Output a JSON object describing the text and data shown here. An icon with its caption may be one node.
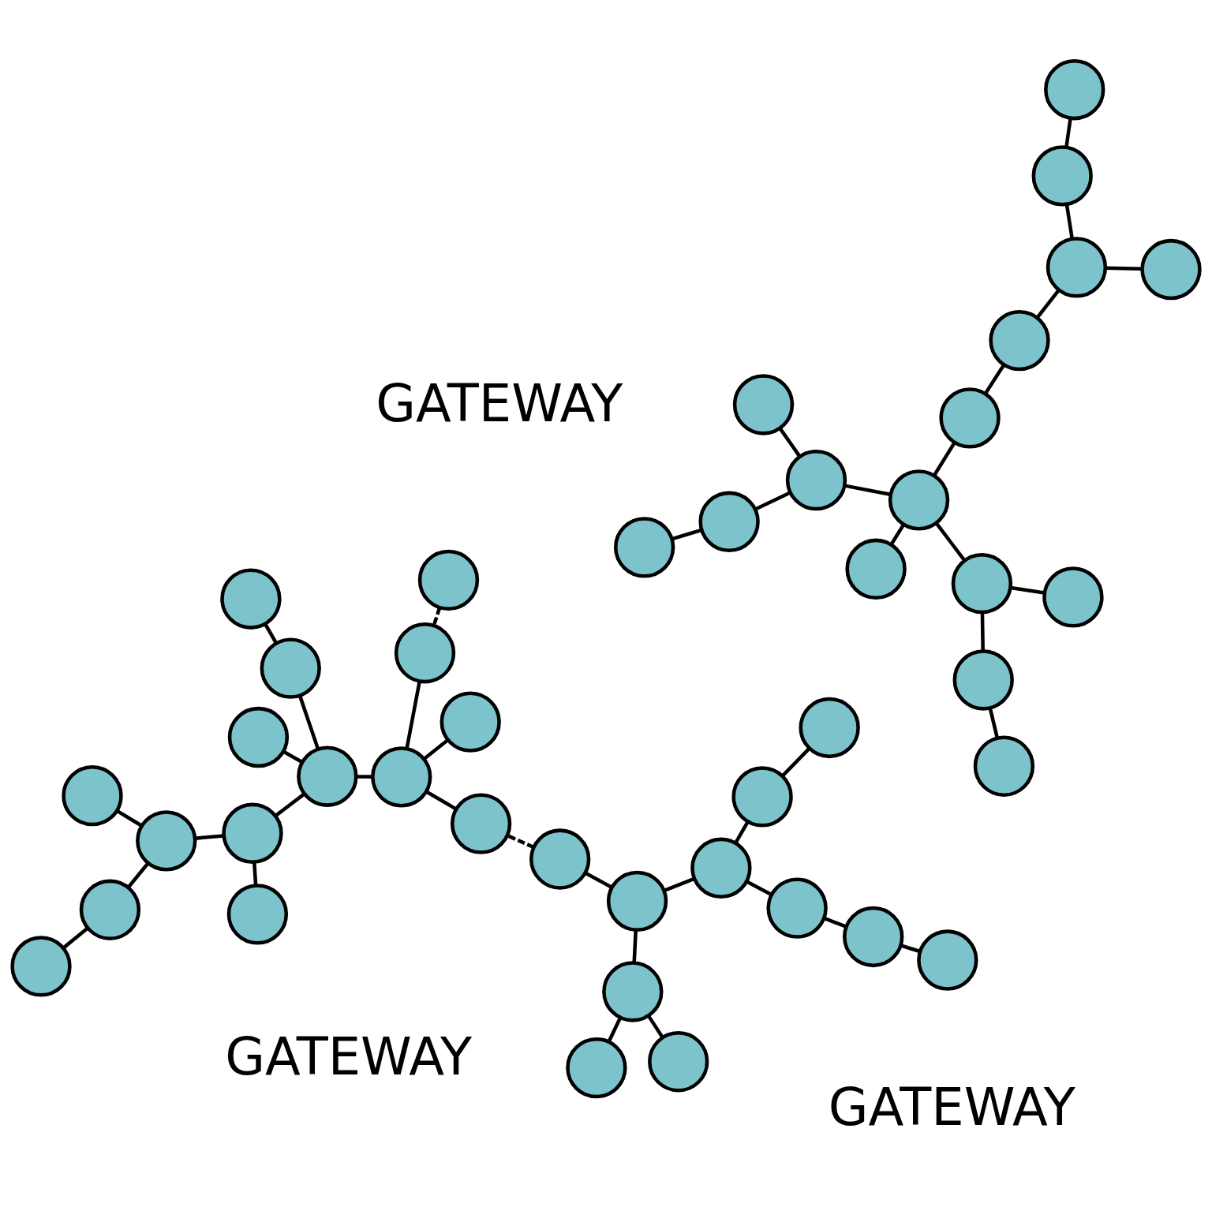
{
  "diagram": {
    "nodes": [
      {
        "text": [],
        "shape": "circle"
      },
      {
        "text": [],
        "shape": "circle"
      },
      {
        "text": [],
        "shape": "circle"
      },
      {
        "text": [],
        "shape": "circle"
      },
      {
        "text": [],
        "shape": "circle"
      },
      {
        "text": [],
        "shape": "circle"
      },
      {
        "text": [],
        "shape": "circle"
      },
      {
        "text": [],
        "shape": "circle"
      },
      {
        "text": [],
        "shape": "circle"
      },
      {
        "text": [],
        "shape": "circle"
      },
      {
        "text": [],
        "shape": "circle"
      },
      {
        "text": [],
        "shape": "circle"
      },
      {
        "text": [],
        "shape": "circle"
      },
      {
        "text": [],
        "shape": "circle"
      },
      {
        "text": [],
        "shape": "circle"
      },
      {
        "text": [],
        "shape": "circle"
      },
      {
        "text": [],
        "shape": "circle"
      },
      {
        "text": [],
        "shape": "circle"
      },
      {
        "text": [],
        "shape": "circle"
      },
      {
        "text": [],
        "shape": "circle"
      },
      {
        "text": [],
        "shape": "circle"
      },
      {
        "text": [],
        "shape": "circle"
      },
      {
        "text": [],
        "shape": "circle"
      },
      {
        "text": [],
        "shape": "circle"
      },
      {
        "text": [],
        "shape": "circle"
      },
      {
        "text": [],
        "shape": "circle"
      },
      {
        "text": [],
        "shape": "circle"
      },
      {
        "text": [],
        "shape": "circle"
      },
      {
        "text": [],
        "shape": "circle"
      },
      {
        "text": [],
        "shape": "circle"
      },
      {
        "text": [],
        "shape": "circle"
      },
      {
        "text": [],
        "shape": "circle"
      },
      {
        "text": [],
        "shape": "circle"
      },
      {
        "text": [],
        "shape": "circle"
      },
      {
        "text": [],
        "shape": "circle"
      },
      {
        "text": [],
        "shape": "circle"
      },
      {
        "text": [],
        "shape": "circle"
      },
      {
        "text": [],
        "shape": "circle"
      },
      {
        "text": [],
        "shape": "circle"
      },
      {
        "text": [],
        "shape": "circle"
      },
      {
        "text": [],
        "shape": "circle"
      },
      {
        "text": [],
        "shape": "circle"
      }
    ],
    "edges": [
      {
        "from": 0,
        "to": 4,
        "arrow": "none"
      },
      {
        "from": 0,
        "to": 7,
        "arrow": "none"
      },
      {
        "from": 1,
        "to": 7,
        "arrow": "none"
      },
      {
        "from": 7,
        "to": 16,
        "arrow": "none"
      },
      {
        "from": 16,
        "to": 15,
        "arrow": "none"
      },
      {
        "from": 15,
        "to": 10,
        "arrow": "none"
      },
      {
        "from": 8,
        "to": 10,
        "arrow": "none"
      },
      {
        "from": 10,
        "to": 6,
        "arrow": "none"
      },
      {
        "from": 10,
        "to": 9,
        "arrow": "none"
      },
      {
        "from": 2,
        "to": 5,
        "arrow": "none"
      },
      {
        "from": 5,
        "to": 6,
        "arrow": "none"
      },
      {
        "from": 6,
        "to": 3,
        "arrow": "none"
      },
      {
        "from": 9,
        "to": 14,
        "arrow": "none"
      },
      {
        "from": 9,
        "to": 12,
        "arrow": "none"
      },
      {
        "from": 12,
        "to": 17,
        "arrow": "none"
      },
      {
        "from": 11,
        "to": 18,
        "arrow": "none"
      },
      {
        "from": 13,
        "to": 18,
        "arrow": "none"
      },
      {
        "from": 18,
        "to": 22,
        "arrow": "none"
      },
      {
        "from": 22,
        "to": 30,
        "arrow": "none"
      },
      {
        "from": 22,
        "to": 29,
        "arrow": "none"
      },
      {
        "from": 29,
        "to": 23,
        "arrow": "none",
        "style": "dashed"
      },
      {
        "from": 20,
        "to": 24,
        "arrow": "none"
      },
      {
        "from": 24,
        "to": 26,
        "arrow": "none"
      },
      {
        "from": 26,
        "to": 30,
        "arrow": "none"
      },
      {
        "from": 30,
        "to": 38,
        "arrow": "none"
      },
      {
        "from": 38,
        "to": 39,
        "arrow": "none"
      },
      {
        "from": 23,
        "to": 27,
        "arrow": "none"
      },
      {
        "from": 21,
        "to": 25,
        "arrow": "none"
      },
      {
        "from": 19,
        "to": 28,
        "arrow": "none"
      },
      {
        "from": 25,
        "to": 28,
        "arrow": "none"
      },
      {
        "from": 25,
        "to": 27,
        "arrow": "none"
      },
      {
        "from": 25,
        "to": 32,
        "arrow": "none"
      },
      {
        "from": 27,
        "to": 33,
        "arrow": "none"
      },
      {
        "from": 27,
        "to": 36,
        "arrow": "none"
      },
      {
        "from": 34,
        "to": 36,
        "arrow": "none",
        "style": "dashed"
      },
      {
        "from": 32,
        "to": 31,
        "arrow": "none"
      },
      {
        "from": 32,
        "to": 35,
        "arrow": "none"
      },
      {
        "from": 35,
        "to": 37,
        "arrow": "none"
      },
      {
        "from": 37,
        "to": 41,
        "arrow": "none"
      },
      {
        "from": 35,
        "to": 40,
        "arrow": "none"
      }
    ],
    "labels": [
      "GATEWAY",
      "GATEWAY",
      "GATEWAY"
    ]
  }
}
